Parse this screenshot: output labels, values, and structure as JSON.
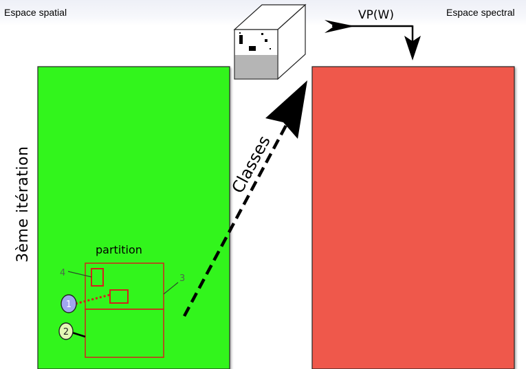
{
  "header": {
    "left_title": "Espace spatial",
    "right_title": "Espace spectral"
  },
  "side_label": "3ème itération",
  "vp_label": "VP(W)",
  "classes_label": "Classes",
  "partition_label": "partition",
  "numbers": {
    "one": "1",
    "two": "2",
    "three": "3",
    "four": "4"
  },
  "colors": {
    "spatial_panel": "#33f51d",
    "spectral_panel": "#ef594c",
    "partition_border": "#d4201c",
    "circle_1": "#a0a6ee",
    "circle_2": "#e4f7b4",
    "cube_bottom": "#b5b5b5"
  }
}
